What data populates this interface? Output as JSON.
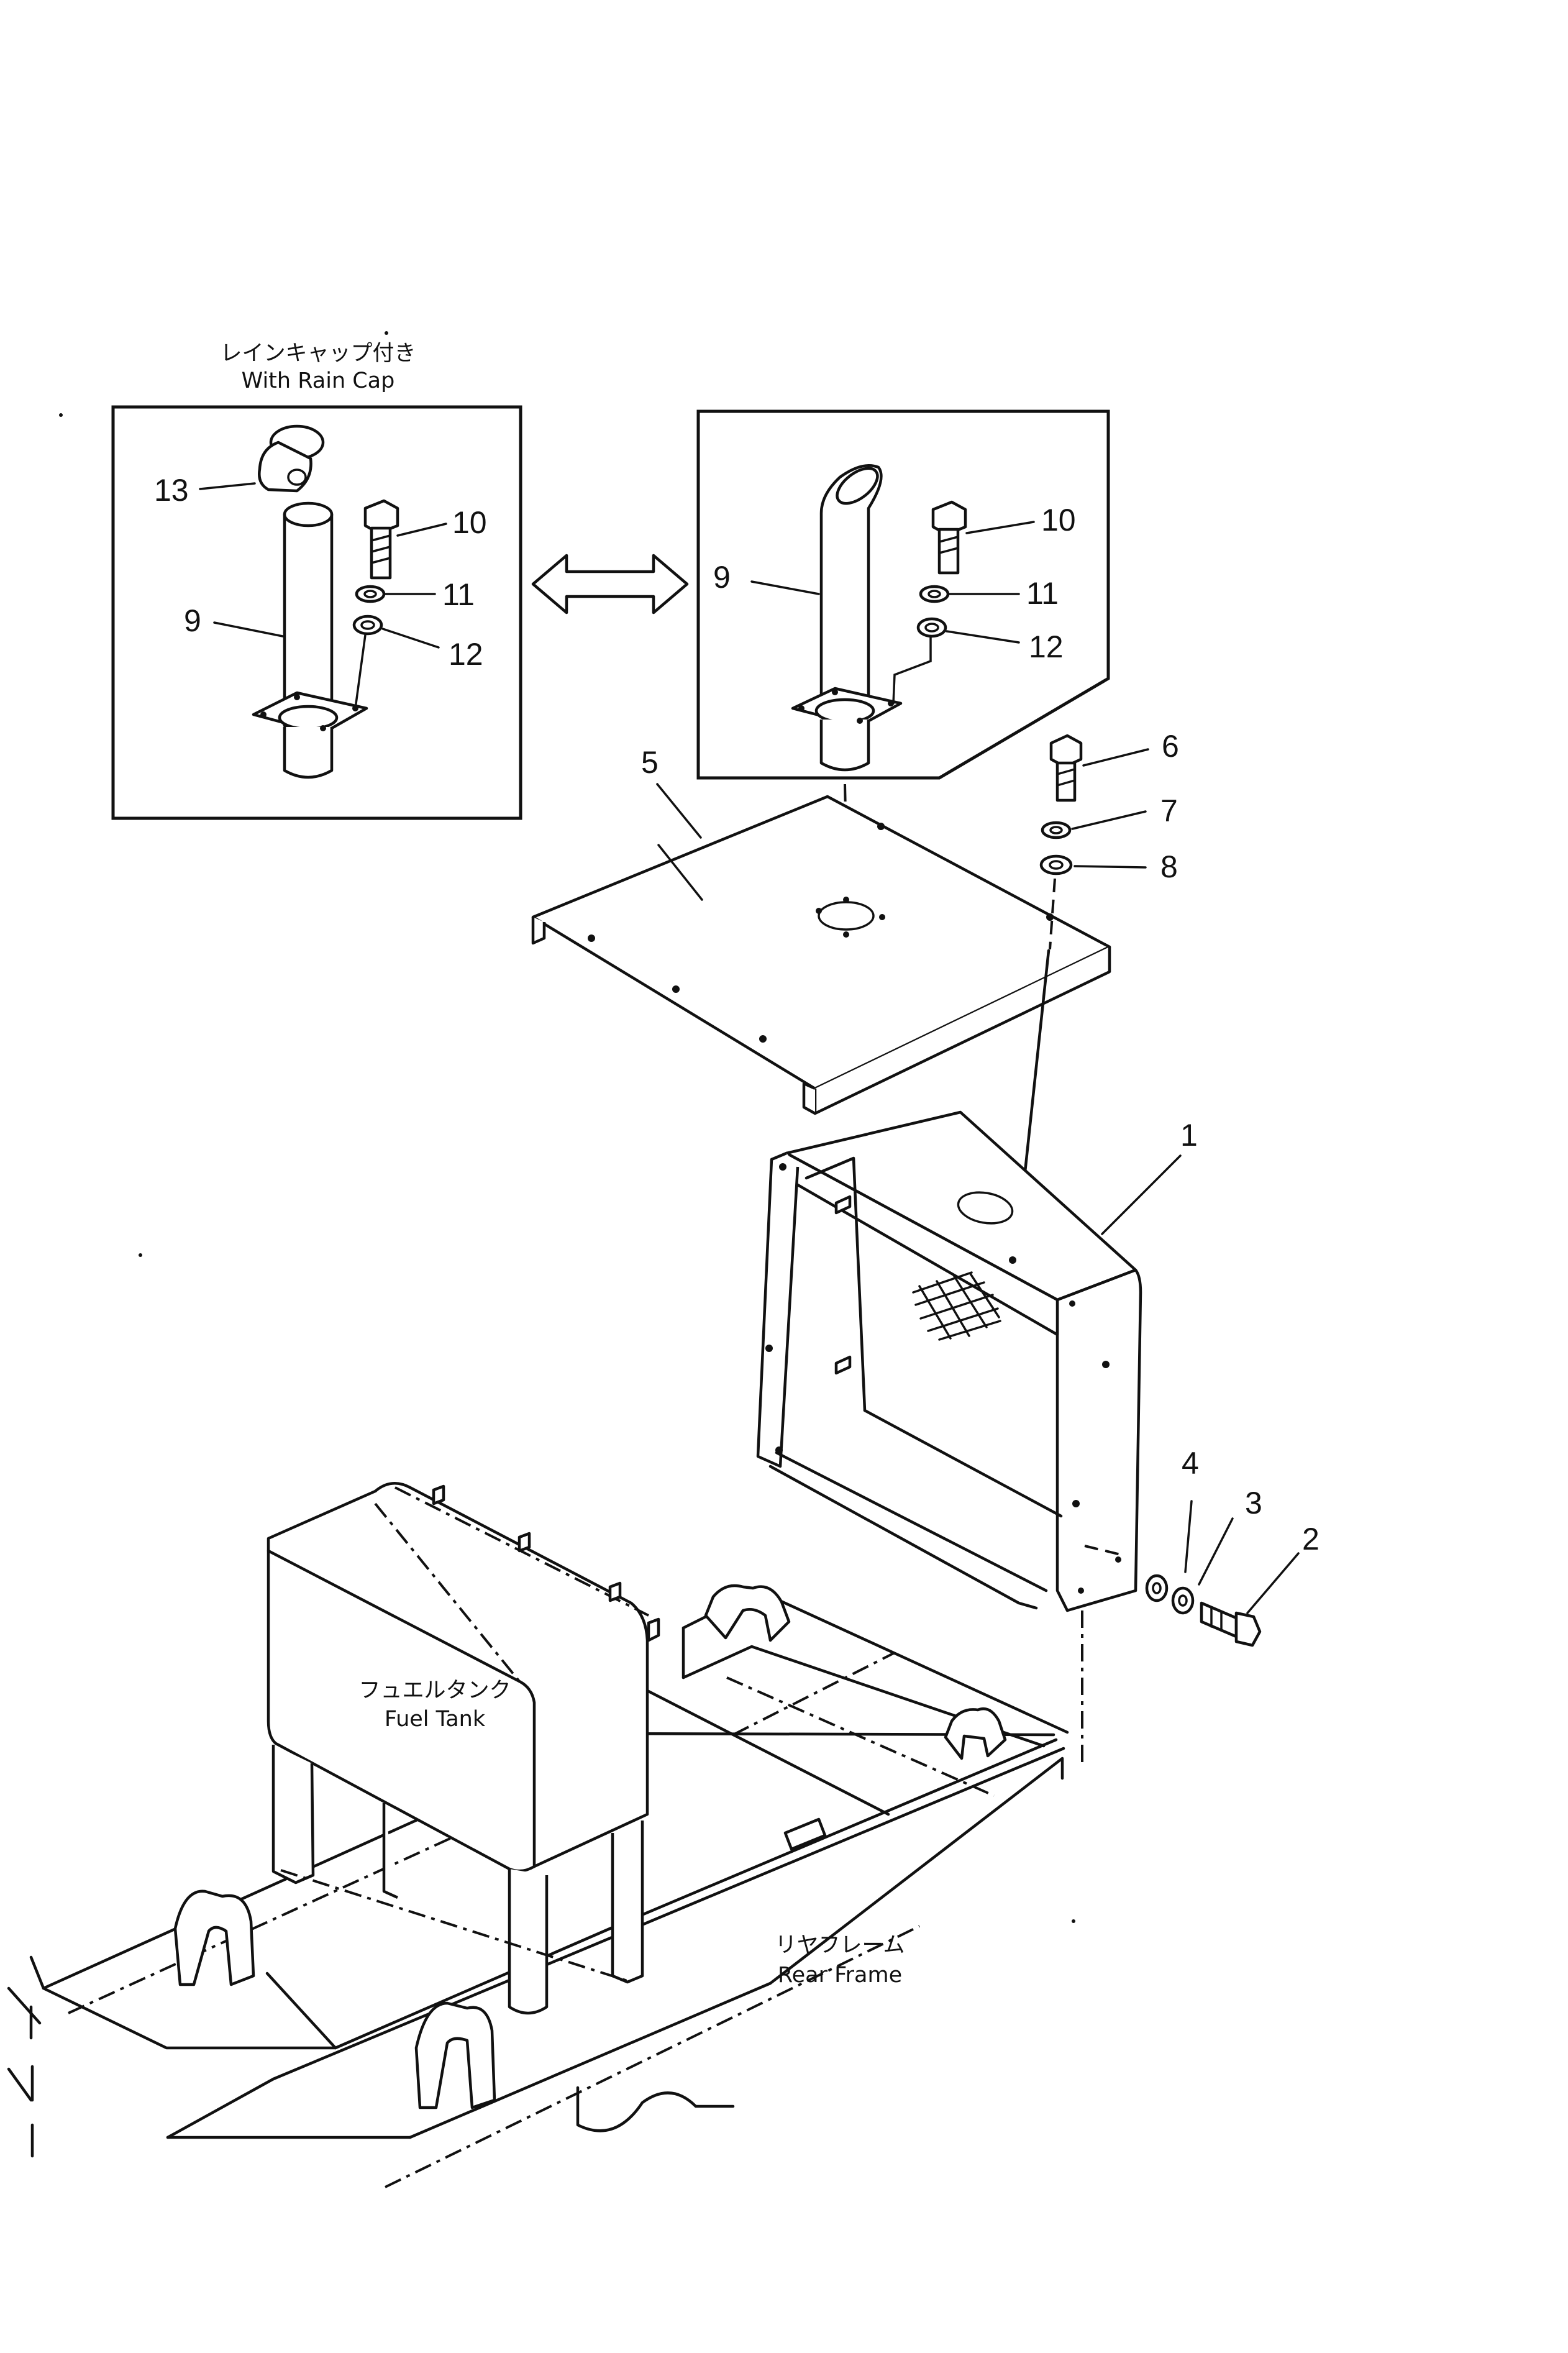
{
  "labels": {
    "rain_cap_jp": "レインキャップ付き",
    "rain_cap_en": "With Rain Cap",
    "fuel_tank_jp": "フュエルタンク",
    "fuel_tank_en": "Fuel Tank",
    "rear_frame_jp": "リヤフレーム",
    "rear_frame_en": "Rear Frame"
  },
  "callouts": {
    "c1": "1",
    "c2": "2",
    "c3": "3",
    "c4": "4",
    "c5": "5",
    "c6": "6",
    "c7": "7",
    "c8": "8",
    "left_9": "9",
    "left_10": "10",
    "left_11": "11",
    "left_12": "12",
    "left_13": "13",
    "right_9": "9",
    "right_10": "10",
    "right_11": "11",
    "right_12": "12"
  }
}
